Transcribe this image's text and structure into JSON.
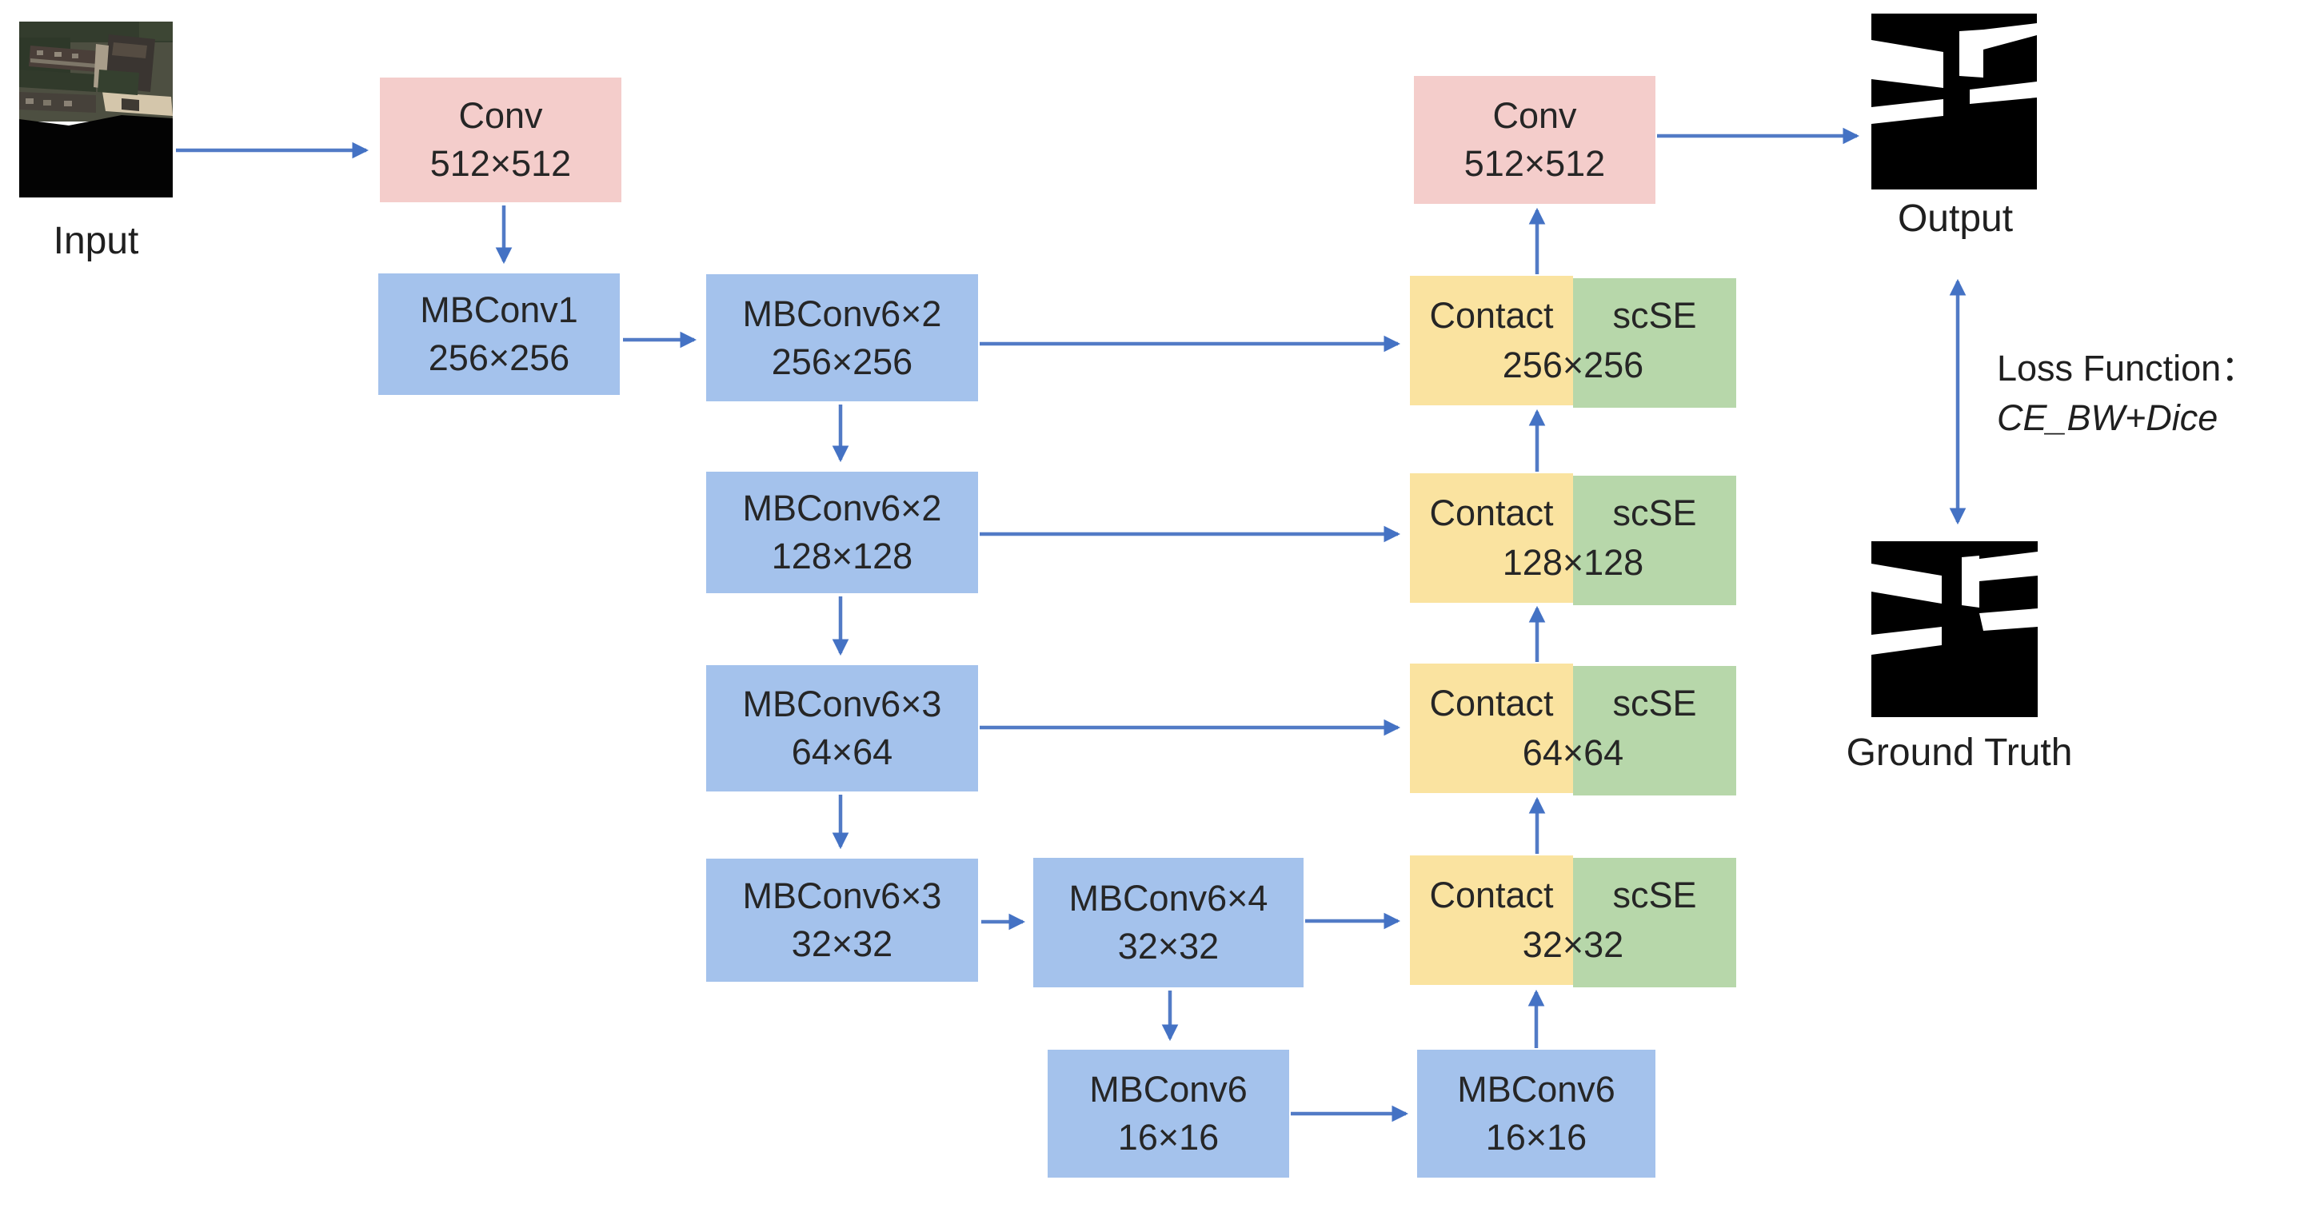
{
  "captions": {
    "input": "Input",
    "output": "Output",
    "ground_truth": "Ground Truth"
  },
  "loss": {
    "line1": "Loss Function：",
    "line2": "CE_BW+Dice"
  },
  "nodes": {
    "conv_in": {
      "label": "Conv",
      "size": "512×512"
    },
    "mbconv1": {
      "label": "MBConv1",
      "size": "256×256"
    },
    "enc256": {
      "label": "MBConv6×2",
      "size": "256×256"
    },
    "enc128": {
      "label": "MBConv6×2",
      "size": "128×128"
    },
    "enc64": {
      "label": "MBConv6×3",
      "size": "64×64"
    },
    "enc32": {
      "label": "MBConv6×3",
      "size": "32×32"
    },
    "bridge32": {
      "label": "MBConv6×4",
      "size": "32×32"
    },
    "mb16a": {
      "label": "MBConv6",
      "size": "16×16"
    },
    "mb16b": {
      "label": "MBConv6",
      "size": "16×16"
    },
    "dec256": {
      "concat": "Contact",
      "scse": "scSE",
      "size": "256×256"
    },
    "dec128": {
      "concat": "Contact",
      "scse": "scSE",
      "size": "128×128"
    },
    "dec64": {
      "concat": "Contact",
      "scse": "scSE",
      "size": "64×64"
    },
    "dec32": {
      "concat": "Contact",
      "scse": "scSE",
      "size": "32×32"
    },
    "conv_out": {
      "label": "Conv",
      "size": "512×512"
    }
  },
  "colors": {
    "arrow": "#4472C4",
    "encoder_box": "#A4C2EC",
    "conv_box": "#F4CDCB",
    "concat_box": "#FAE3A0",
    "scse_box": "#B7D7AA",
    "text": "#262626"
  }
}
